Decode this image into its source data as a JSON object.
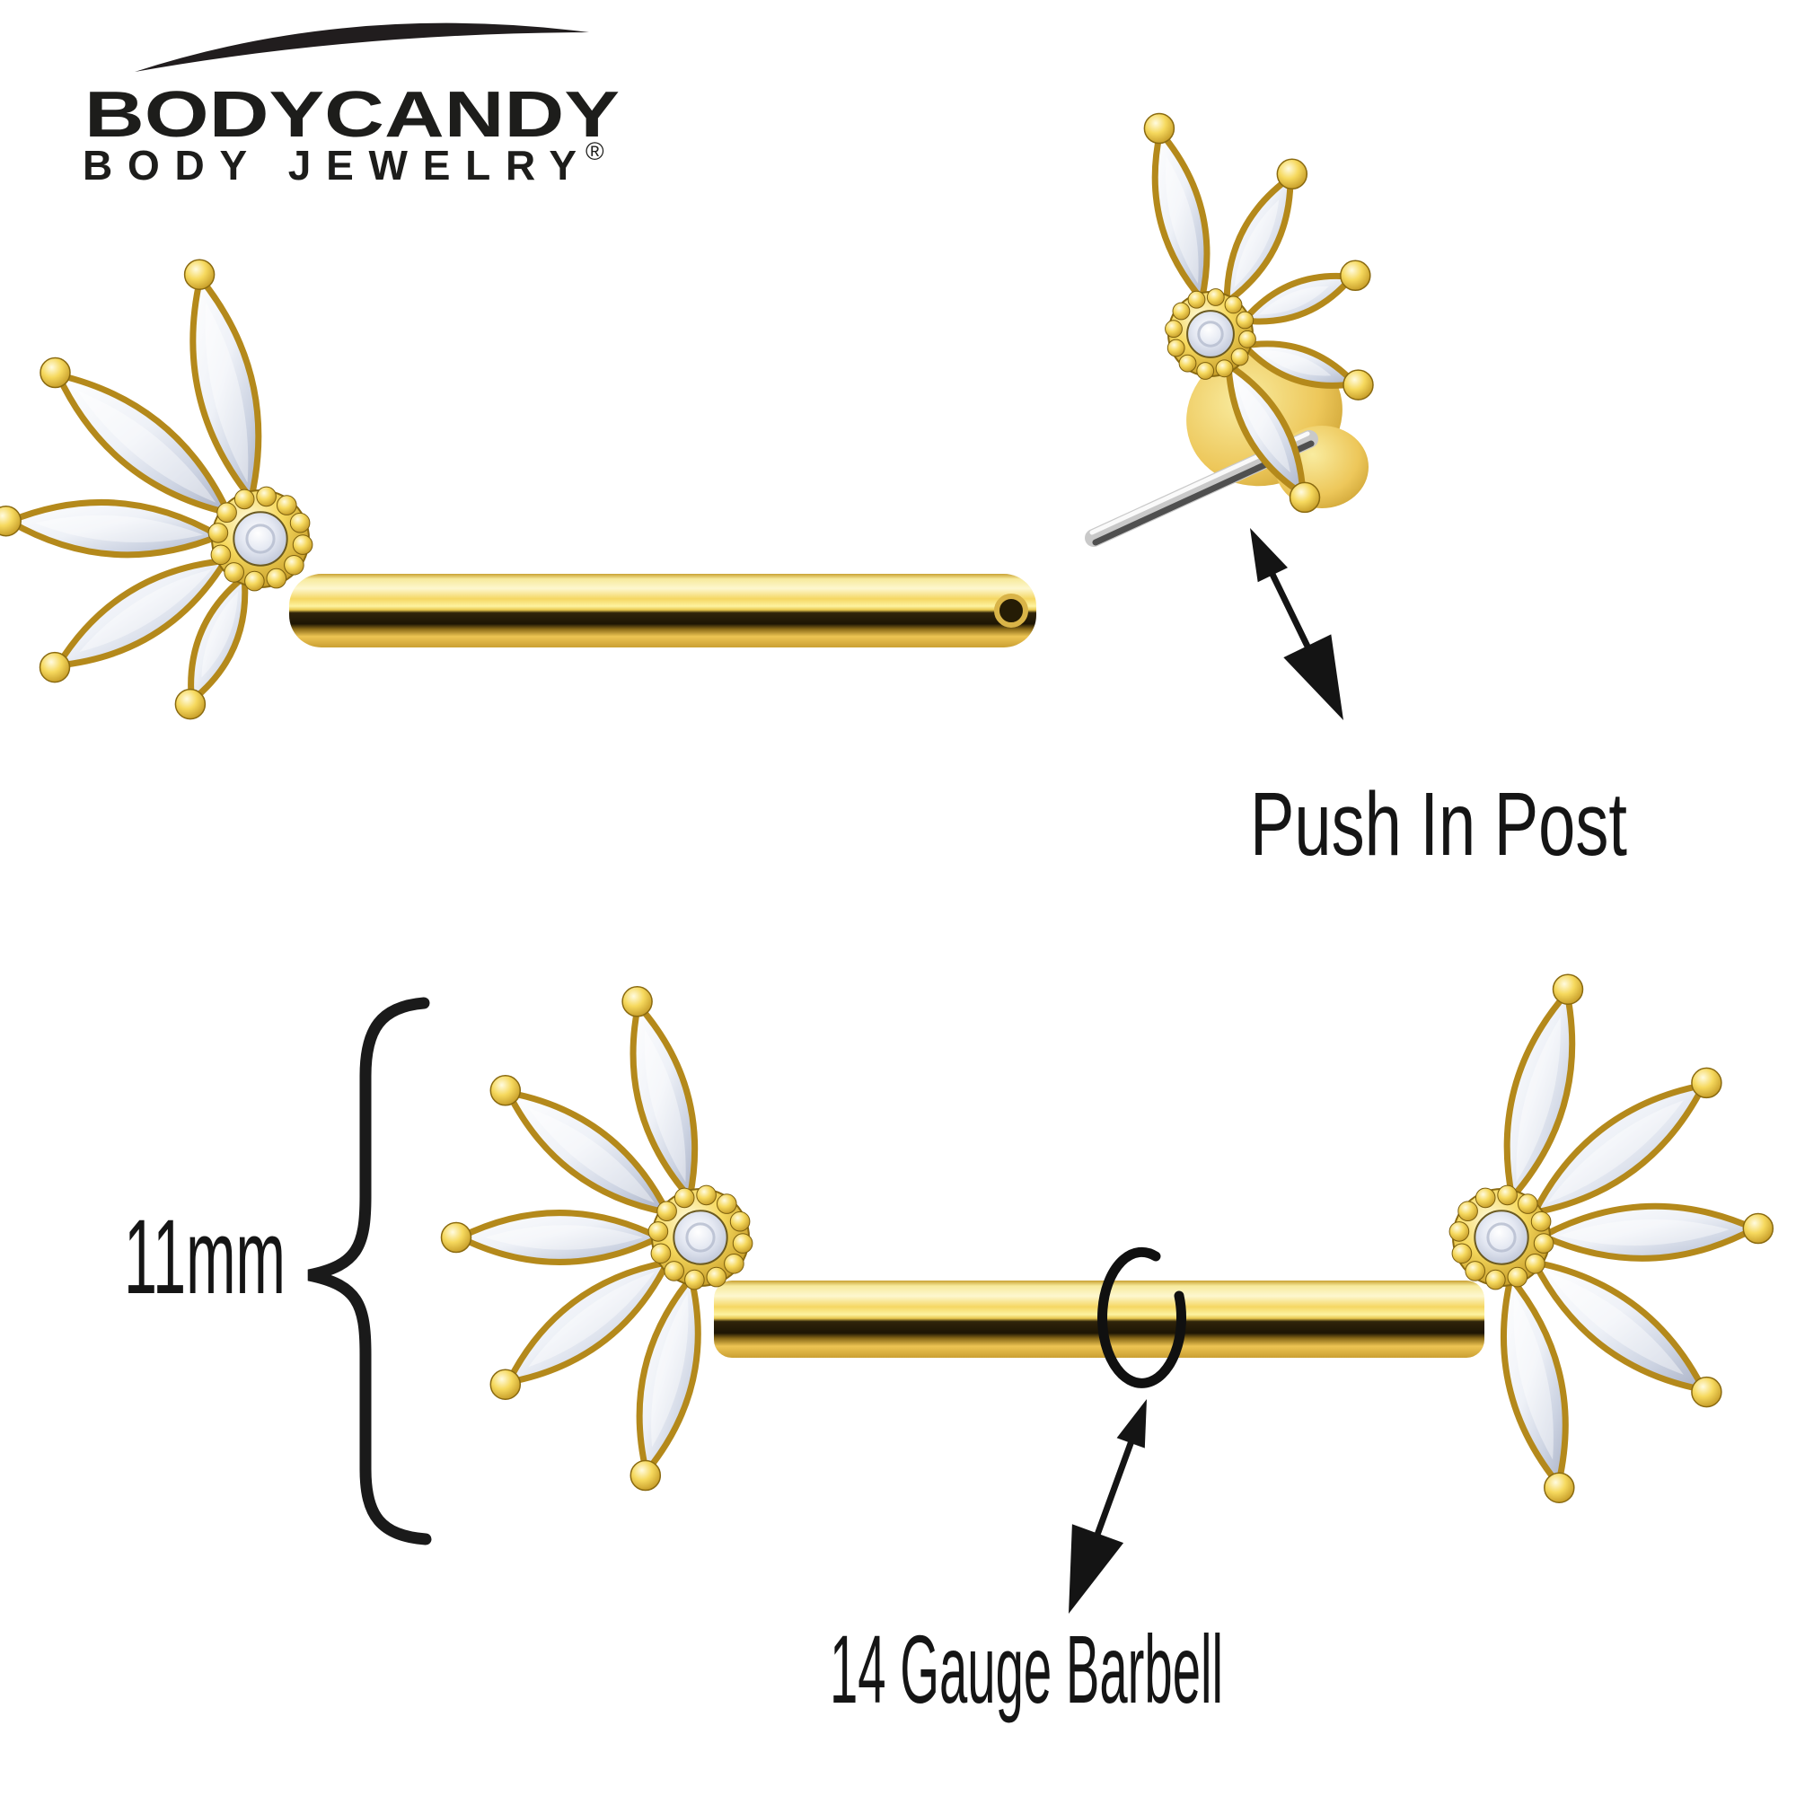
{
  "logo": {
    "brand": "BODYCANDY",
    "tagline": "BODY JEWELRY",
    "registered": "®"
  },
  "annotations": {
    "push_in_post": "Push In Post",
    "length": "11mm",
    "gauge": "14 Gauge Barbell"
  },
  "colors": {
    "gold": "#E8BD45",
    "gold_dark": "#8A6A10",
    "gem": "#DEE3EE",
    "silver": "#D6D6D6",
    "ink": "#1A1A1A",
    "background": "#FFFFFF"
  },
  "icons": {
    "logo_swoosh": "arc-swoosh",
    "push_in_post_arrow": "double-arrow",
    "gauge_arrow": "double-arrow",
    "length_brace": "curly-brace",
    "gauge_marker": "open-ellipse-marker"
  }
}
